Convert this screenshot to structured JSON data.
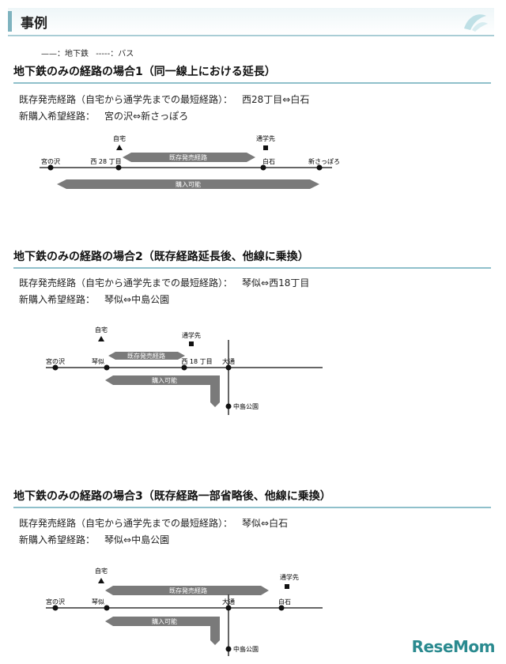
{
  "header": {
    "title": "事例"
  },
  "legend": {
    "subway": "——：地下鉄",
    "bus": "-----：バス"
  },
  "sections": [
    {
      "title": "地下鉄のみの経路の場合1（同一線上における延長）",
      "existing_label": "既存発売経路（自宅から通学先までの最短経路）：",
      "existing_value": "西28丁目⇔白石",
      "new_label": "新購入希望経路：",
      "new_value": "宮の沢⇔新さっぽろ",
      "diagram": {
        "stations": [
          "宮の沢",
          "西 28 丁目",
          "白石",
          "新さっぽろ"
        ],
        "home": "自宅",
        "school": "通学先",
        "existing_arrow": "既存発売経路",
        "purchase_arrow": "購入可能"
      }
    },
    {
      "title": "地下鉄のみの経路の場合2（既存経路延長後、他線に乗換）",
      "existing_label": "既存発売経路（自宅から通学先までの最短経路）：",
      "existing_value": "琴似⇔西18丁目",
      "new_label": "新購入希望経路：",
      "new_value": "琴似⇔中島公園",
      "diagram": {
        "stations": [
          "宮の沢",
          "琴似",
          "西 18 丁目",
          "大通",
          "中島公園"
        ],
        "home": "自宅",
        "school": "通学先",
        "existing_arrow": "既存発売経路",
        "purchase_arrow": "購入可能"
      }
    },
    {
      "title": "地下鉄のみの経路の場合3（既存経路一部省略後、他線に乗換）",
      "existing_label": "既存発売経路（自宅から通学先までの最短経路）：",
      "existing_value": "琴似⇔白石",
      "new_label": "新購入希望経路：",
      "new_value": "琴似⇔中島公園",
      "diagram": {
        "stations": [
          "宮の沢",
          "琴似",
          "大通",
          "白石",
          "中島公園"
        ],
        "home": "自宅",
        "school": "通学先",
        "existing_arrow": "既存発売経路",
        "purchase_arrow": "購入可能"
      }
    }
  ],
  "logo": "ReseMom"
}
